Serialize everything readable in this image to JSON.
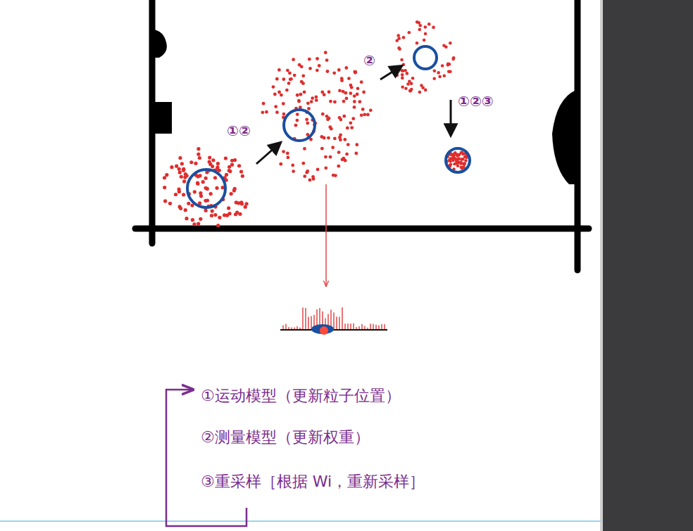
{
  "diagram": {
    "labels": [
      "①②",
      "②",
      "①②③",
      "①运动模型（更新粒子位置）",
      "②测量模型（更新权重）",
      "③重采样［根据 Wi，重新采样］"
    ]
  }
}
